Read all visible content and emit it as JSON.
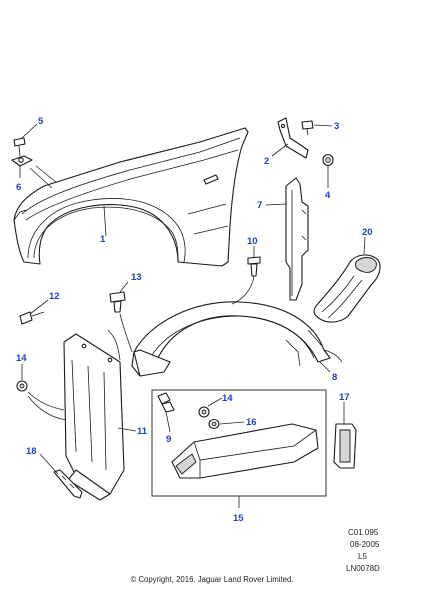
{
  "callouts": {
    "c1": "1",
    "c2": "2",
    "c3": "3",
    "c4": "4",
    "c5": "5",
    "c6": "6",
    "c7": "7",
    "c8": "8",
    "c9": "9",
    "c10": "10",
    "c11": "11",
    "c12": "12",
    "c13": "13",
    "c14a": "14",
    "c14b": "14",
    "c15": "15",
    "c16": "16",
    "c17": "17",
    "c18": "18",
    "c20": "20"
  },
  "meta": {
    "ref": "C01.095",
    "date": "08-2005",
    "level": "L5",
    "code": "LN0078D"
  },
  "copyright": "© Copyright, 2016. Jaguar Land Rover Limited.",
  "colors": {
    "callout": "#1f3fbf",
    "line": "#1a1a1a"
  }
}
